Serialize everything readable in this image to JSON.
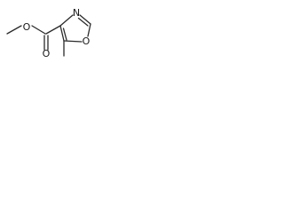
{
  "structure": {
    "atoms": {
      "ester_oxygen": "O",
      "carbonyl_oxygen": "O",
      "ring_nitrogen": "N",
      "ring_oxygen": "O"
    }
  }
}
